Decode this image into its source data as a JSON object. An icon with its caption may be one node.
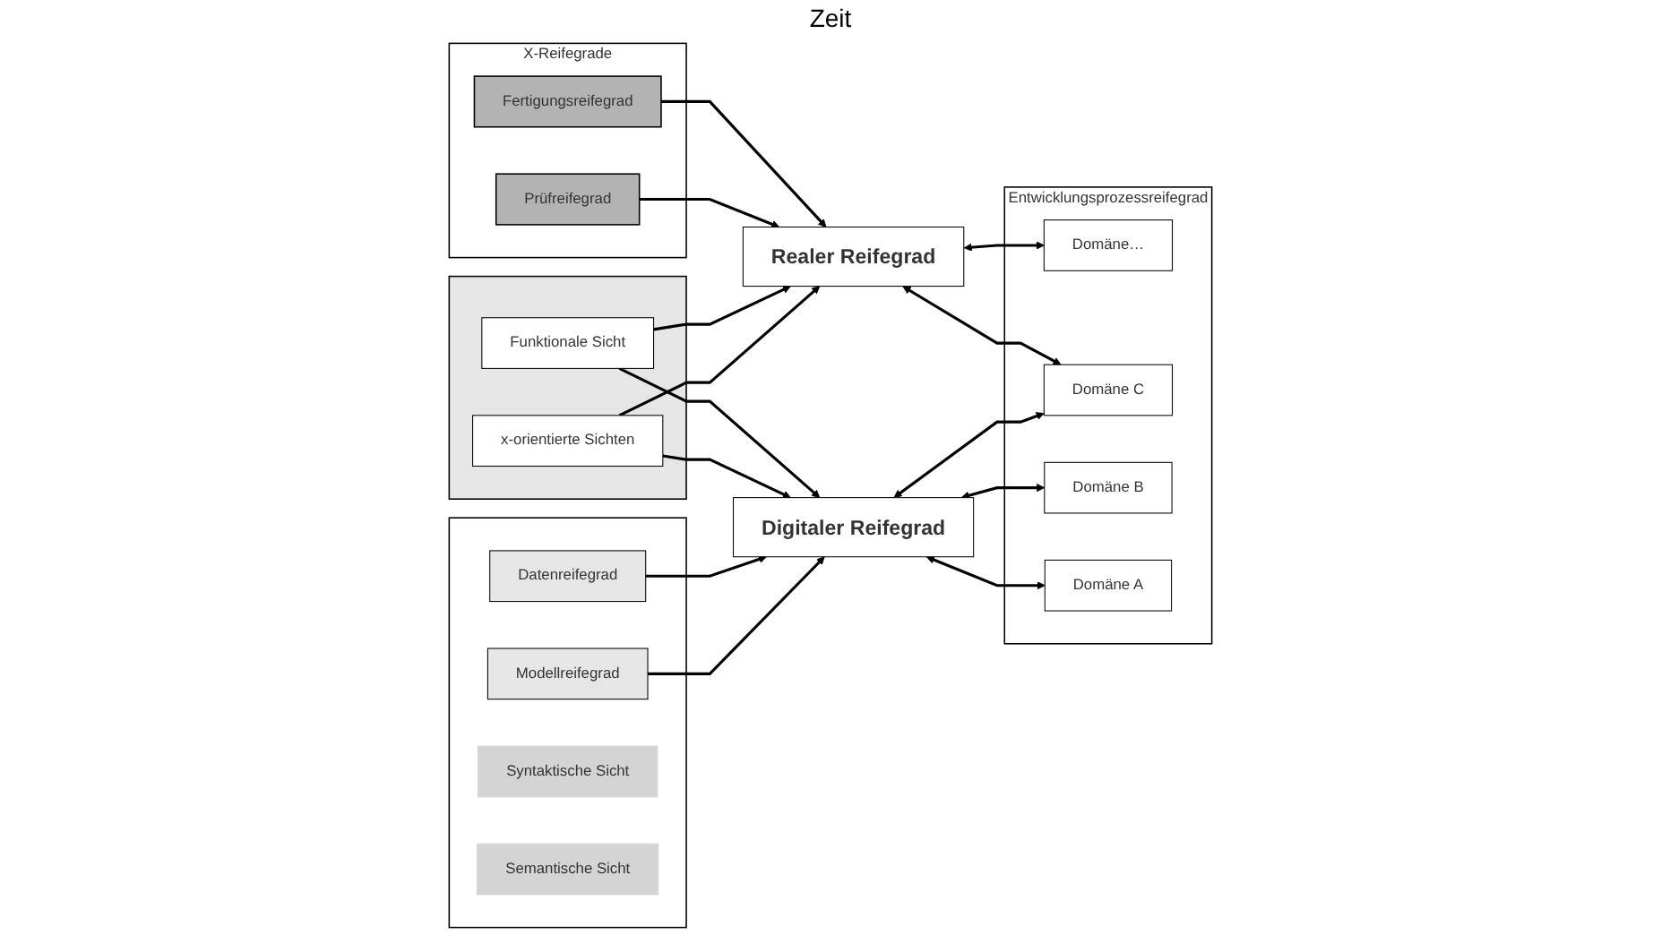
{
  "diagram": {
    "nodes": [
      {
        "text": [
          "X-Reifegrade"
        ]
      },
      {
        "text": [
          "Fertigungsreifegrad"
        ],
        "in": 0
      },
      {
        "text": [
          "Prüfreifegrad"
        ],
        "in": 0
      },
      {
        "text": [
          "Realer Reifegrad"
        ]
      },
      {
        "text": [],
        "shape": "hexagon"
      },
      {
        "text": [
          "Funktionale Sicht"
        ],
        "in": 4
      },
      {
        "text": [
          "x-orientierte Sichten"
        ],
        "in": 4
      },
      {
        "text": [
          "Digitaler Reifegrad"
        ]
      },
      {
        "text": [],
        "shape": "box"
      },
      {
        "text": [
          "Datenreifegrad"
        ],
        "in": 8
      },
      {
        "text": [
          "Modellreifegrad"
        ],
        "in": 8
      },
      {
        "text": [
          "Syntaktische Sicht"
        ],
        "in": 8
      },
      {
        "text": [
          "Semantische Sicht"
        ],
        "in": 8
      },
      {
        "text": [
          "Entwicklungsprozessreifegrad"
        ]
      },
      {
        "text": [
          "Domäne…"
        ],
        "in": 13
      },
      {
        "text": [
          "Domäne C"
        ],
        "in": 13
      },
      {
        "text": [
          "Domäne B"
        ],
        "in": 13
      },
      {
        "text": [
          "Domäne A"
        ],
        "in": 13
      }
    ],
    "edges": [
      {
        "from": 1,
        "to": 3,
        "arrow": "to"
      },
      {
        "from": 2,
        "to": 3,
        "arrow": "to"
      },
      {
        "from": 5,
        "to": 3,
        "arrow": "to"
      },
      {
        "from": 6,
        "to": 3,
        "arrow": "to"
      },
      {
        "from": 5,
        "to": 7,
        "arrow": "to"
      },
      {
        "from": 6,
        "to": 7,
        "arrow": "to"
      },
      {
        "from": 9,
        "to": 7,
        "arrow": "to"
      },
      {
        "from": 10,
        "to": 7,
        "arrow": "to"
      },
      {
        "from": 3,
        "to": 14,
        "arrow": "both"
      },
      {
        "from": 3,
        "to": 15,
        "arrow": "both"
      },
      {
        "from": 7,
        "to": 15,
        "arrow": "both"
      },
      {
        "from": 7,
        "to": 16,
        "arrow": "both"
      },
      {
        "from": 7,
        "to": 17,
        "arrow": "both"
      }
    ],
    "labels": [
      "Zeit"
    ]
  }
}
